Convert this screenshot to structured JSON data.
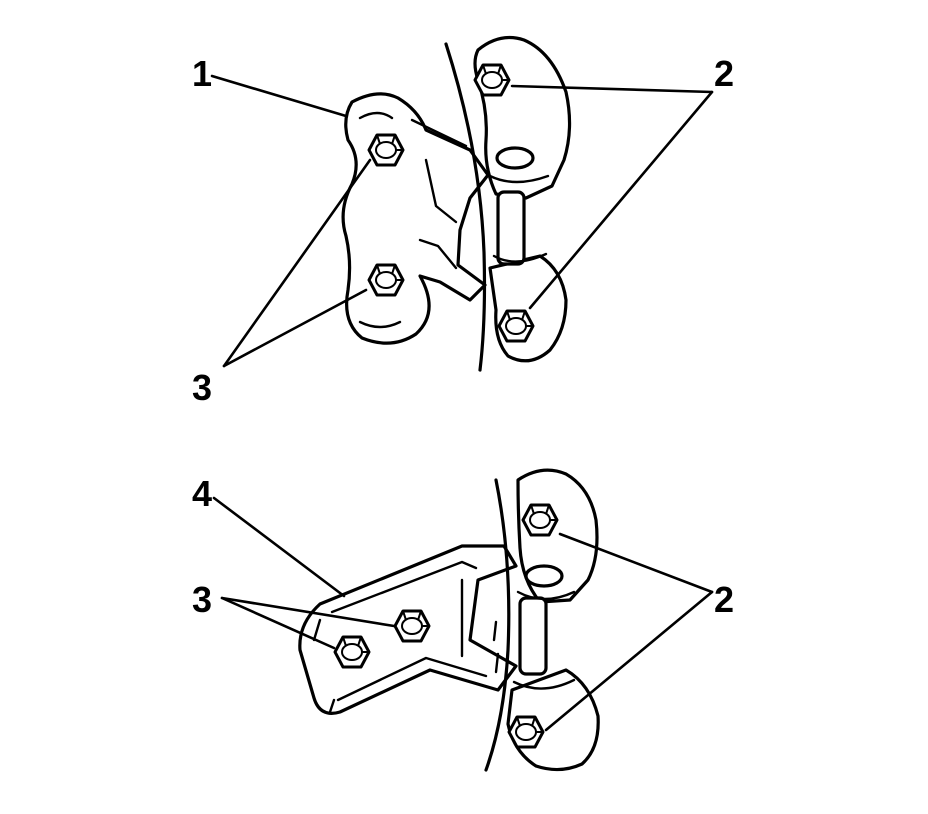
{
  "callouts": {
    "top": {
      "part1": "1",
      "part2": "2",
      "part3": "3"
    },
    "bottom": {
      "part4": "4",
      "part3": "3",
      "part2": "2"
    }
  }
}
